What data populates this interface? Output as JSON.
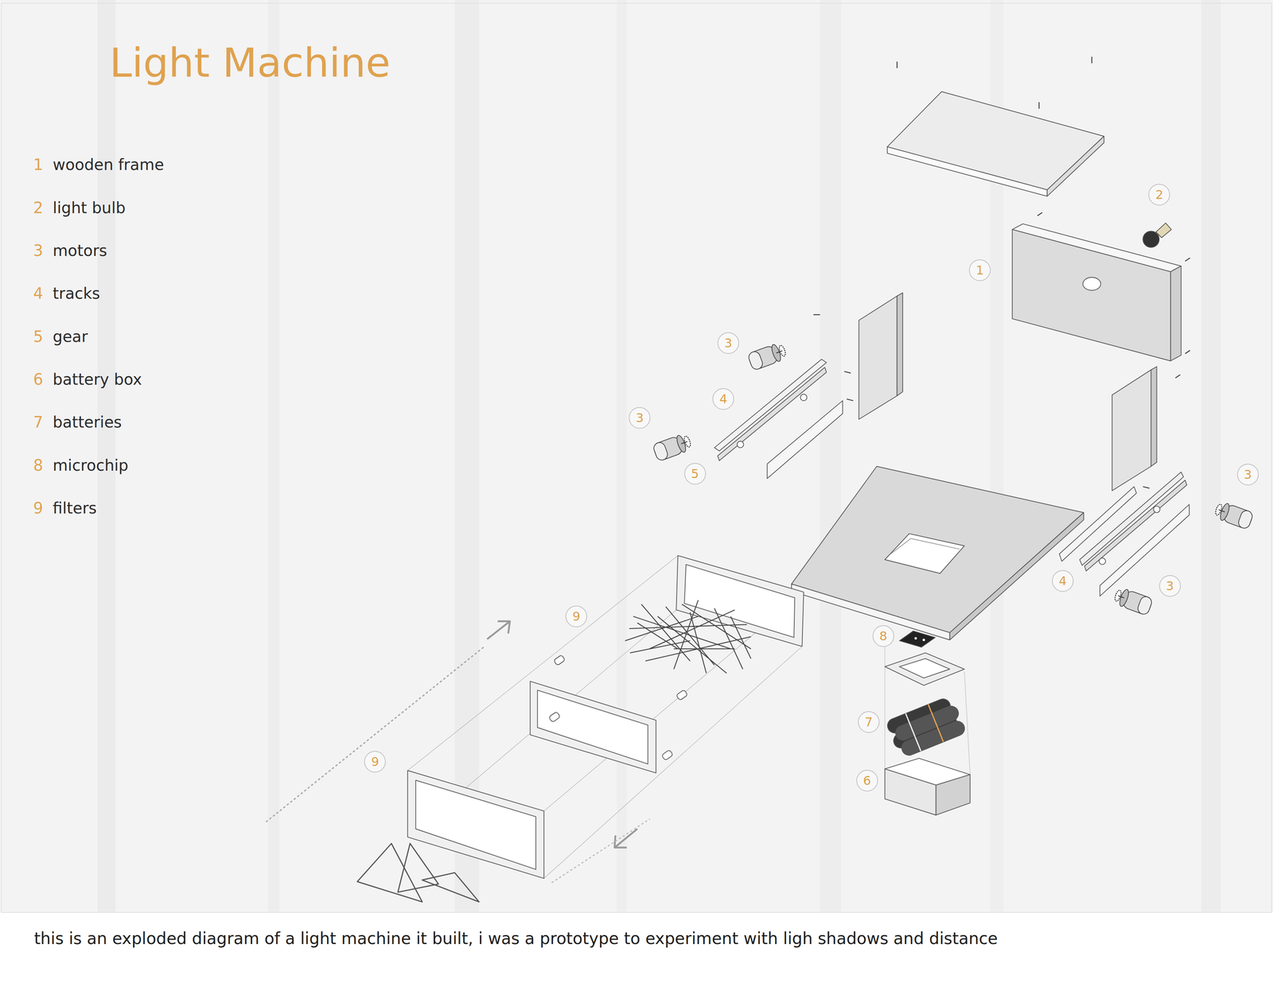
{
  "diagram": {
    "title": "Light Machine",
    "caption": "this is an exploded diagram of a light machine it built, i was a prototype to experiment with ligh shadows and distance",
    "nodes": [
      {
        "text": [
          "2"
        ]
      },
      {
        "text": [
          "1"
        ]
      },
      {
        "text": [
          "3"
        ]
      },
      {
        "text": [
          "4"
        ]
      },
      {
        "text": [
          "3"
        ]
      },
      {
        "text": [
          "5"
        ]
      },
      {
        "text": [
          "3"
        ]
      },
      {
        "text": [
          "4"
        ]
      },
      {
        "text": [
          "3"
        ]
      },
      {
        "text": [
          "9"
        ]
      },
      {
        "text": [
          "8"
        ]
      },
      {
        "text": [
          "7"
        ]
      },
      {
        "text": [
          "9"
        ]
      },
      {
        "text": [
          "6"
        ]
      }
    ],
    "labels": [
      "1",
      "wooden frame",
      "2",
      "light bulb",
      "3",
      "motors",
      "4",
      "tracks",
      "5",
      "gear",
      "6",
      "battery box",
      "7",
      "batteries",
      "8",
      "microchip",
      "9",
      "filters"
    ]
  }
}
